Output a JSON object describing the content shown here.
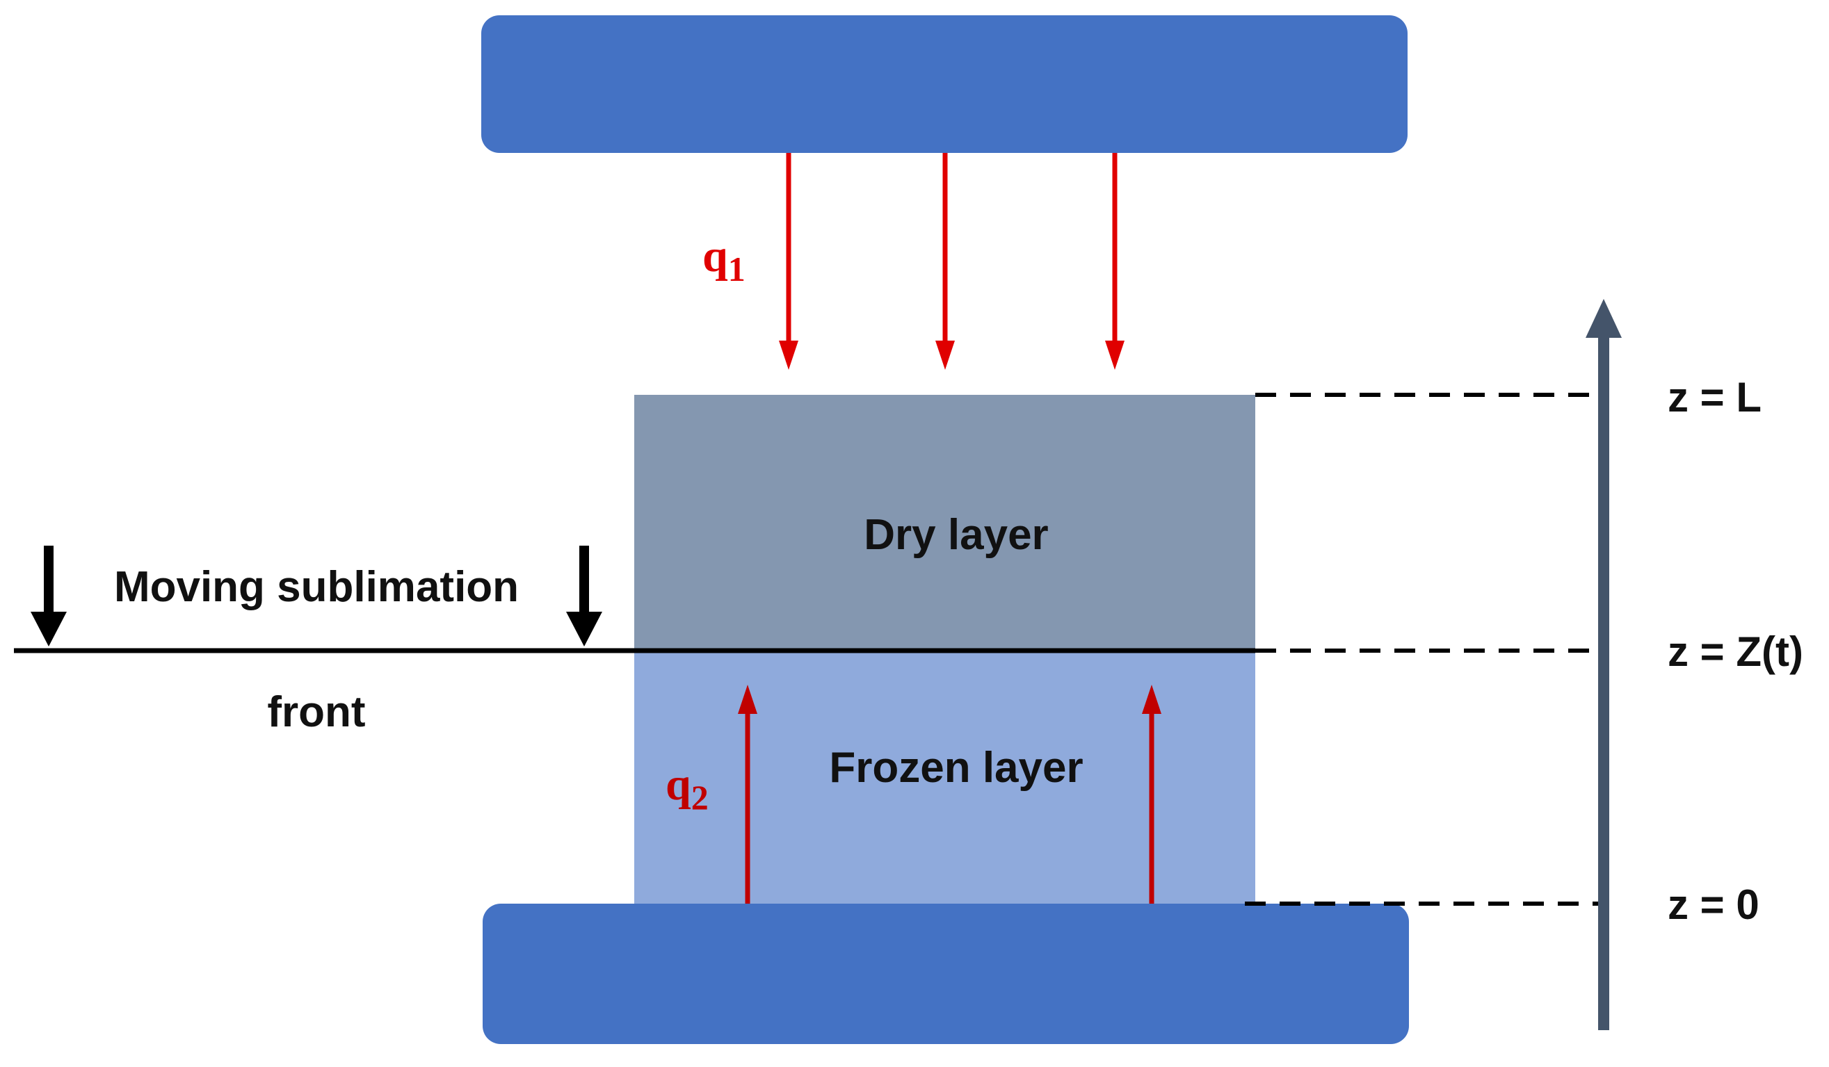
{
  "layers": {
    "dry": "Dry layer",
    "frozen": "Frozen layer"
  },
  "front_label": {
    "line1": "Moving sublimation",
    "line2": "front"
  },
  "heat_flux": {
    "top": {
      "symbol": "q",
      "subscript": "1"
    },
    "bottom": {
      "symbol": "q",
      "subscript": "2"
    }
  },
  "z_axis": {
    "top": "z = L",
    "front": "z = Z(t)",
    "bottom": "z = 0"
  },
  "colors": {
    "plate": "#4472C4",
    "dry_layer": "#8497B0",
    "frozen_layer": "#8FAADC",
    "heat_arrow": "#E00000",
    "heat_label": "#C00000",
    "axis_arrow": "#44546A",
    "text": "#111111"
  }
}
